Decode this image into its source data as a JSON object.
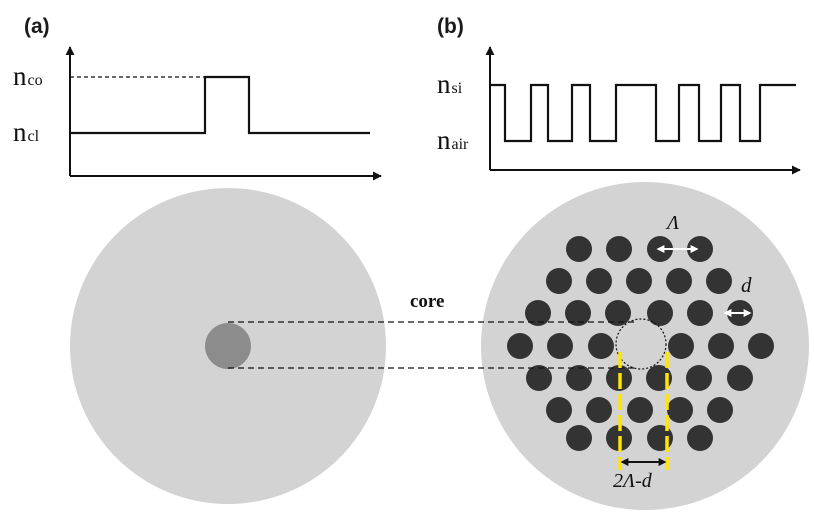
{
  "panels": {
    "a": {
      "label": "(a)",
      "index_high": {
        "base": "n",
        "sub": "co"
      },
      "index_low": {
        "base": "n",
        "sub": "cl"
      }
    },
    "b": {
      "label": "(b)",
      "index_high": {
        "base": "n",
        "sub": "si"
      },
      "index_low": {
        "base": "n",
        "sub": "air"
      }
    }
  },
  "annotations": {
    "core": "core",
    "pitch": "Λ",
    "hole_diameter": "d",
    "core_width": "2Λ-d"
  },
  "colors": {
    "cladding": "#d3d3d3",
    "step_core": "#8c8c8c",
    "air_hole": "#333333",
    "yellow_marker": "#ffe600",
    "arrow_white": "#ffffff",
    "line": "#111111"
  }
}
